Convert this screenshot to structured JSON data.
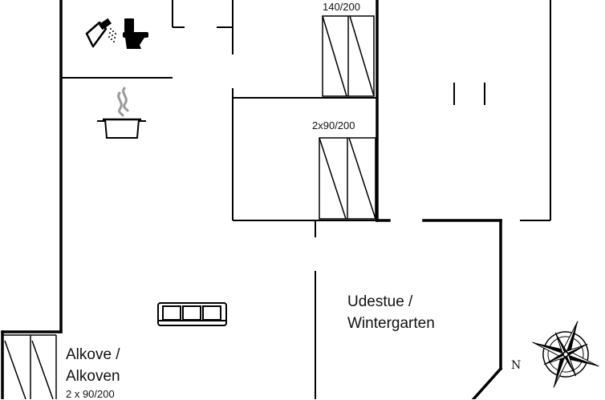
{
  "rooms": {
    "udestue_line1": "Udestue /",
    "udestue_line2": "Wintergarten",
    "alkove_line1": "Alkove /",
    "alkove_line2": "Alkoven",
    "alkove_bed": "2 x 90/200"
  },
  "beds": {
    "top": "140/200",
    "middle": "2x90/200"
  },
  "compass": {
    "north_label": "N"
  },
  "icons": [
    "shower-icon",
    "toilet-icon",
    "cooking-pot-icon",
    "sofa-icon",
    "compass-rose-icon"
  ],
  "colors": {
    "lines": "#000000",
    "background": "#ffffff"
  }
}
